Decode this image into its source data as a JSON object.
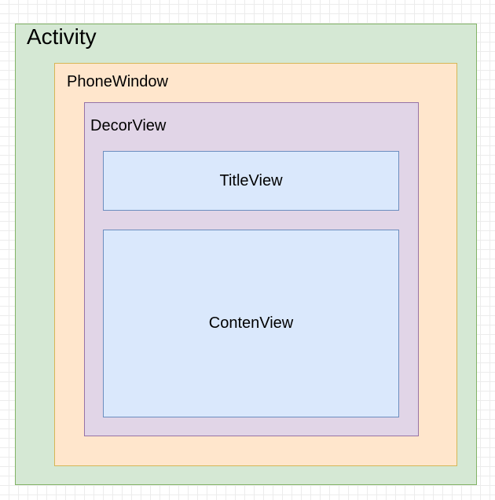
{
  "diagram": {
    "nodes": {
      "activity": {
        "label": "Activity",
        "fill": "#d5e8d4",
        "stroke": "#82b366"
      },
      "phone_window": {
        "label": "PhoneWindow",
        "fill": "#ffe6cc",
        "stroke": "#d6b656"
      },
      "decor_view": {
        "label": "DecorView",
        "fill": "#e1d5e7",
        "stroke": "#9673a6"
      },
      "title_view": {
        "label": "TitleView",
        "fill": "#dae8fc",
        "stroke": "#6c8ebf"
      },
      "content_view": {
        "label": "ContenView",
        "fill": "#dae8fc",
        "stroke": "#6c8ebf"
      }
    },
    "nesting": [
      "activity",
      "phone_window",
      "decor_view",
      [
        "title_view",
        "content_view"
      ]
    ]
  }
}
